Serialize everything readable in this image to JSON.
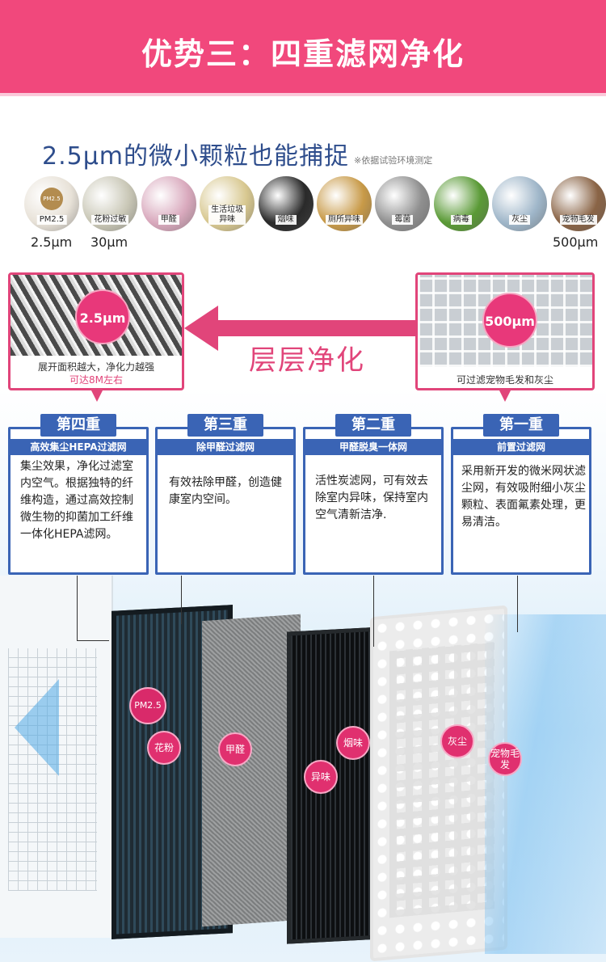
{
  "header": {
    "title": "优势三：四重滤网净化"
  },
  "intro": {
    "headline": "2.5μm的微小颗粒也能捕捉",
    "note": "※依据试验环境测定"
  },
  "particles": [
    {
      "label": "PM2.5",
      "badge": "PM2.5",
      "color": "#e8e2d8"
    },
    {
      "label": "花粉过敏",
      "color": "#c9c7b6"
    },
    {
      "label": "甲醛",
      "color": "#d9a9bd"
    },
    {
      "label": "生活垃圾\n异味",
      "color": "#d8c890"
    },
    {
      "label": "烟味",
      "color": "#2a2a2a"
    },
    {
      "label": "厕所异味",
      "color": "#c89a48"
    },
    {
      "label": "霉菌",
      "color": "#8f8f8f"
    },
    {
      "label": "病毒",
      "color": "#5a9a36"
    },
    {
      "label": "灰尘",
      "color": "#9fb6c9"
    },
    {
      "label": "宠物毛发",
      "color": "#8a6446"
    }
  ],
  "size_labels": {
    "min": "2.5μm",
    "pollen": "30μm",
    "max": "500μm"
  },
  "filters_top": {
    "left": {
      "size": "2.5μm",
      "caption": "展开面积越大，净化力越强",
      "caption2": "可达8M左右"
    },
    "right": {
      "size": "500μm",
      "caption": "可过滤宠物毛发和灰尘"
    },
    "arrow_text": "层层净化"
  },
  "stages": [
    {
      "title": "第四重",
      "subtitle": "高效集尘HEPA过滤网",
      "text": "集尘效果，净化过滤室内空气。根据独特的纤维构造，通过高效控制微生物的抑菌加工纤维一体化HEPA滤网。"
    },
    {
      "title": "第三重",
      "subtitle": "除甲醛过滤网",
      "text": "有效祛除甲醛，创造健康室内空间。"
    },
    {
      "title": "第二重",
      "subtitle": "甲醛脱臭一体网",
      "text": "活性炭滤网，可有效去除室内异味，保持室内空气清新洁净."
    },
    {
      "title": "第一重",
      "subtitle": "前置过滤网",
      "text": "采用新开发的微米网状滤尘网，有效吸附细小灰尘颗粒、表面氟素处理，更易清洁。"
    }
  ],
  "tags": {
    "pm": "PM2.5",
    "pollen": "花粉",
    "formaldehyde": "甲醛",
    "smoke": "烟味",
    "odor": "异味",
    "dust": "灰尘",
    "pet": "宠物毛发"
  },
  "colors": {
    "brand": "#f1487c",
    "accent_blue": "#3a64b5",
    "tag_pink": "#e0306f"
  }
}
